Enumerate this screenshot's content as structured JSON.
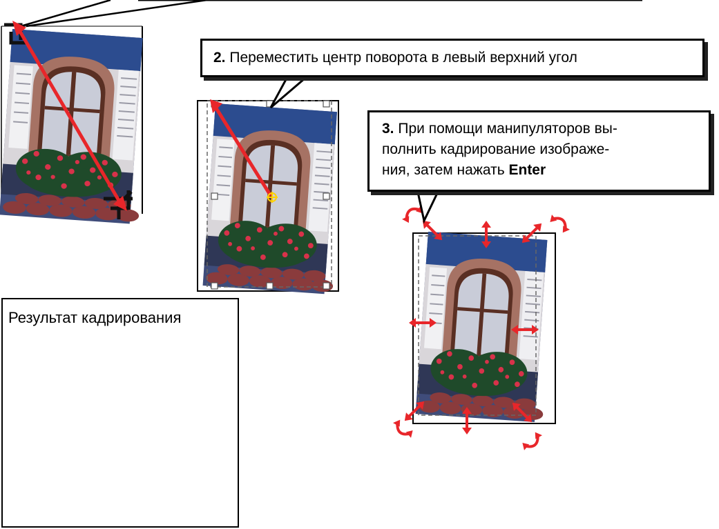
{
  "step2": {
    "num": "2.",
    "text": "Переместить центр поворота в левый верхний угол"
  },
  "step3": {
    "num": "3.",
    "line1": "При помощи манипуляторов вы-",
    "line2": "полнить кадрирование изображе-",
    "line3_pre": "ния, затем нажать ",
    "line3_key": "Enter"
  },
  "result": {
    "title": "Результат кадрирования"
  },
  "colors": {
    "accent": "#e8262a",
    "sky": "#3e5e96",
    "wall": "#2e3558"
  }
}
